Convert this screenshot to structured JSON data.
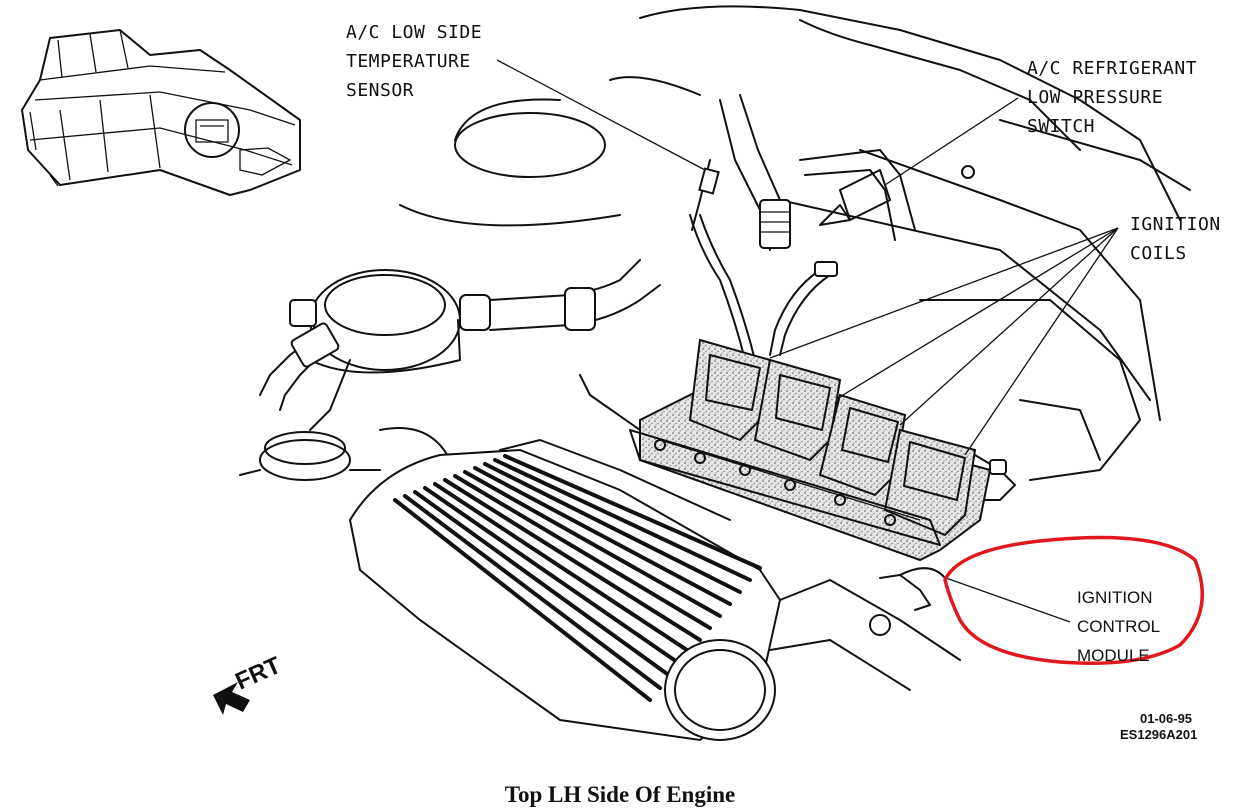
{
  "callouts": {
    "ac_low_side_sensor": [
      "A/C LOW SIDE",
      "TEMPERATURE",
      "SENSOR"
    ],
    "ac_pressure_switch": [
      "A/C REFRIGERANT",
      "LOW PRESSURE",
      "SWITCH"
    ],
    "ignition_coils": [
      "IGNITION",
      "COILS"
    ],
    "ignition_module": [
      "IGNITION",
      "CONTROL",
      "MODULE"
    ]
  },
  "orientation": "FRT",
  "figure_code": [
    "01-06-95",
    "ES1296A201"
  ],
  "caption": "Top LH Side Of Engine",
  "colors": {
    "line": "#111111",
    "highlight": "#e0181e",
    "background": "#ffffff"
  }
}
